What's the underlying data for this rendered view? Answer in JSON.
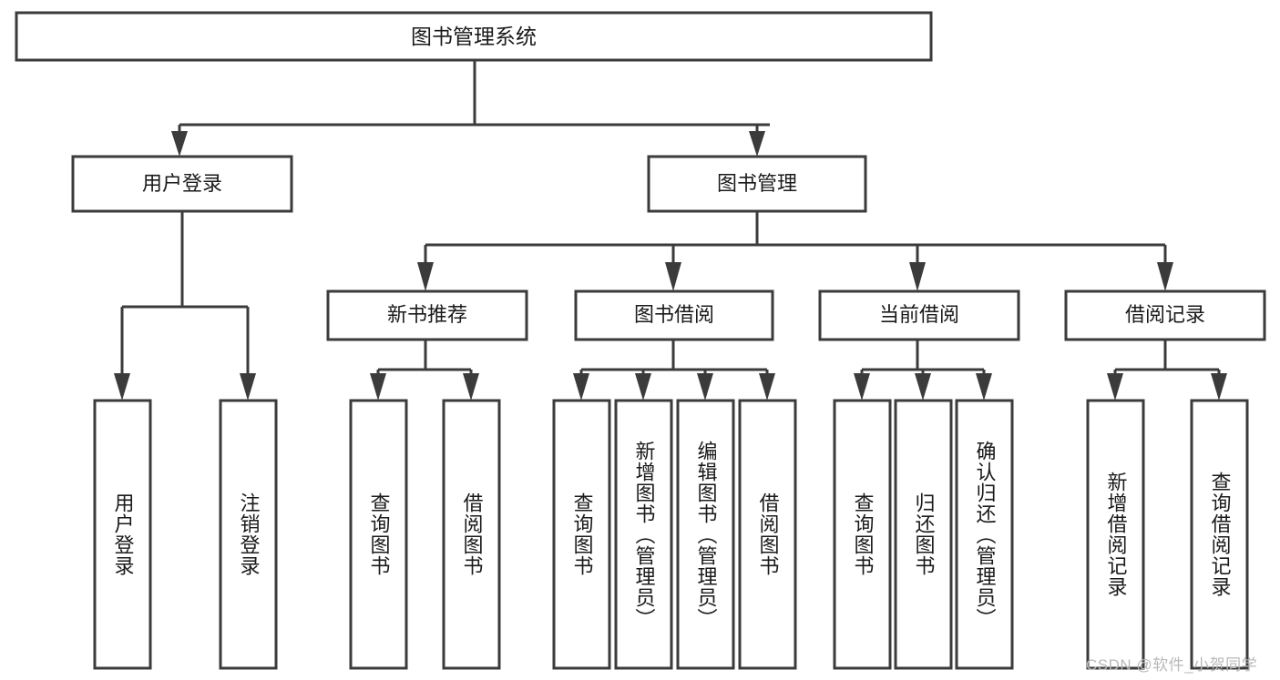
{
  "diagram": {
    "title": "图书管理系统",
    "type": "tree-hierarchy",
    "watermark": "CSDN @软件_小贺同学",
    "colors": {
      "stroke": "#3b3b3b",
      "box_fill": "#ffffff",
      "text": "#1a1a1a",
      "background": "#ffffff",
      "watermark": "#b9b9b9"
    },
    "levels": {
      "level1": [
        {
          "id": "root",
          "label": "图书管理系统"
        }
      ],
      "level2": [
        {
          "id": "user-login",
          "label": "用户登录"
        },
        {
          "id": "book-manage",
          "label": "图书管理"
        }
      ],
      "level3": [
        {
          "id": "new-book-recommend",
          "label": "新书推荐"
        },
        {
          "id": "book-borrow",
          "label": "图书借阅"
        },
        {
          "id": "current-borrow",
          "label": "当前借阅"
        },
        {
          "id": "borrow-record",
          "label": "借阅记录"
        }
      ],
      "level4": [
        {
          "id": "leaf-user-login",
          "label": "用户登录",
          "parent": "user-login"
        },
        {
          "id": "leaf-user-logout",
          "label": "注销登录",
          "parent": "user-login"
        },
        {
          "id": "leaf-query-book-1",
          "label": "查询图书",
          "parent": "new-book-recommend"
        },
        {
          "id": "leaf-borrow-book-1",
          "label": "借阅图书",
          "parent": "new-book-recommend"
        },
        {
          "id": "leaf-query-book-2",
          "label": "查询图书",
          "parent": "book-borrow"
        },
        {
          "id": "leaf-add-book",
          "label": "新增图书（管理员）",
          "parent": "book-borrow"
        },
        {
          "id": "leaf-edit-book",
          "label": "编辑图书（管理员）",
          "parent": "book-borrow"
        },
        {
          "id": "leaf-borrow-book-2",
          "label": "借阅图书",
          "parent": "book-borrow"
        },
        {
          "id": "leaf-query-book-3",
          "label": "查询图书",
          "parent": "current-borrow"
        },
        {
          "id": "leaf-return-book",
          "label": "归还图书",
          "parent": "current-borrow"
        },
        {
          "id": "leaf-confirm-return",
          "label": "确认归还（管理员）",
          "parent": "current-borrow"
        },
        {
          "id": "leaf-add-record",
          "label": "新增借阅记录",
          "parent": "borrow-record"
        },
        {
          "id": "leaf-query-record",
          "label": "查询借阅记录",
          "parent": "borrow-record"
        }
      ]
    }
  }
}
